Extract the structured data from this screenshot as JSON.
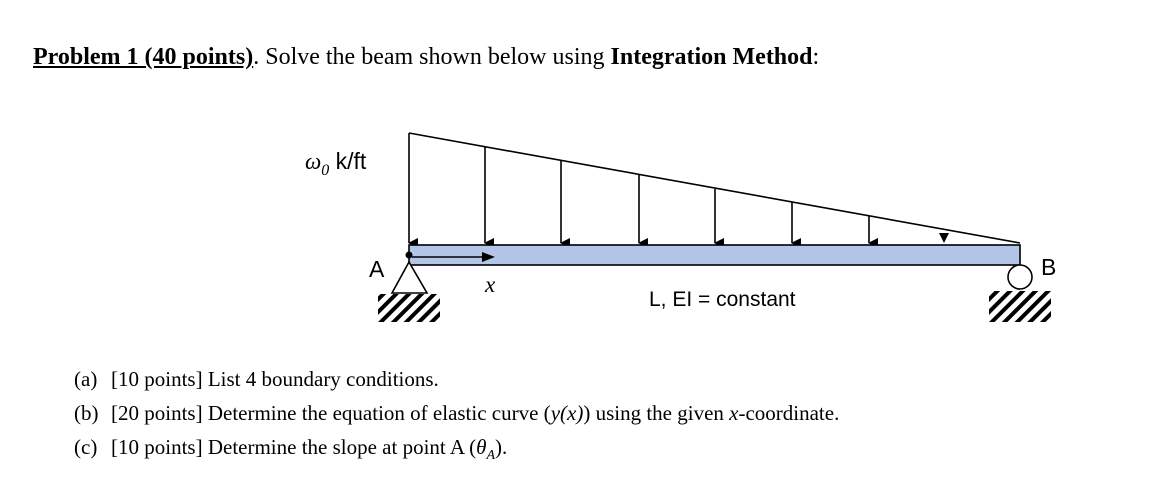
{
  "problem": {
    "title": "Problem 1 (40 points)",
    "sep": ". ",
    "text_before": "Solve the beam shown below using ",
    "method": "Integration Method",
    "text_after": ":"
  },
  "diagram": {
    "load_omega": "ω",
    "load_sub": "0",
    "load_unit": " k/ft",
    "label_A": "A",
    "label_B": "B",
    "label_x": "x",
    "label_props": "L, EI = constant"
  },
  "parts": [
    {
      "label": "(a)",
      "points": "[10 points]",
      "text": "List 4 boundary conditions."
    },
    {
      "label": "(b)",
      "points": "[20 points]",
      "pre": "Determine the equation of elastic curve (",
      "eq": "y(x)",
      "mid": ") using the given ",
      "xvar": "x",
      "post": "-coordinate."
    },
    {
      "label": "(c)",
      "points": "[10 points]",
      "pre": "Determine the slope at point A (",
      "theta": "θ",
      "theta_sub": "A",
      "post": ")."
    }
  ]
}
